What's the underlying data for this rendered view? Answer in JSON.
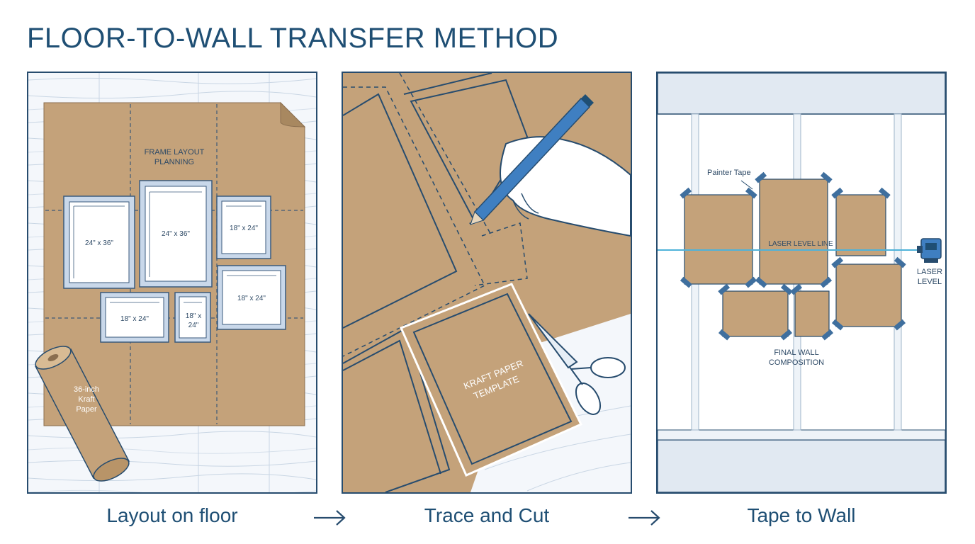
{
  "title": "FLOOR-TO-WALL TRANSFER METHOD",
  "colors": {
    "navy": "#274c6e",
    "kraft": "#c4a27a",
    "frame": "#c9d8ea",
    "laser": "#4fb3d9",
    "tape": "#3f6f9e"
  },
  "panel1": {
    "caption": "Layout on floor",
    "heading_line1": "FRAME LAYOUT",
    "heading_line2": "PLANNING",
    "frame_a": "24\" x 36\"",
    "frame_b": "24\" x 36\"",
    "frame_c": "18\" x 24\"",
    "frame_d": "18\" x 24\"",
    "frame_e": "18\" x 24\"",
    "frame_f_line1": "18\" x",
    "frame_f_line2": "24\"",
    "roll_line1": "36-inch",
    "roll_line2": "Kraft",
    "roll_line3": "Paper"
  },
  "panel2": {
    "caption": "Trace and Cut",
    "template_line1": "KRAFT PAPER",
    "template_line2": "TEMPLATE",
    "pencil_icon": "pencil-icon",
    "scissors_icon": "scissors-icon"
  },
  "panel3": {
    "caption": "Tape to Wall",
    "tape_label": "Painter Tape",
    "laser_line_label": "LASER LEVEL LINE",
    "laser_label_line1": "LASER",
    "laser_label_line2": "LEVEL",
    "final_line1": "FINAL WALL",
    "final_line2": "COMPOSITION",
    "laser_icon": "laser-level-icon"
  },
  "arrow_icon": "arrow-right-icon"
}
